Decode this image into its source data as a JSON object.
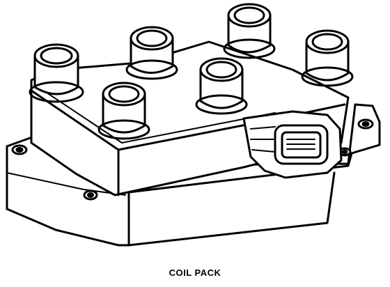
{
  "caption": "COIL PACK",
  "colors": {
    "ink": "#000000",
    "paper": "#ffffff"
  },
  "parts": {
    "towers": [
      "tower-1",
      "tower-2",
      "tower-3",
      "tower-4",
      "tower-5",
      "tower-6"
    ],
    "connector": "electrical-connector",
    "mounting_holes": [
      "mount-hole-left",
      "mount-hole-right",
      "mount-hole-front-left",
      "mount-hole-front-right"
    ]
  }
}
